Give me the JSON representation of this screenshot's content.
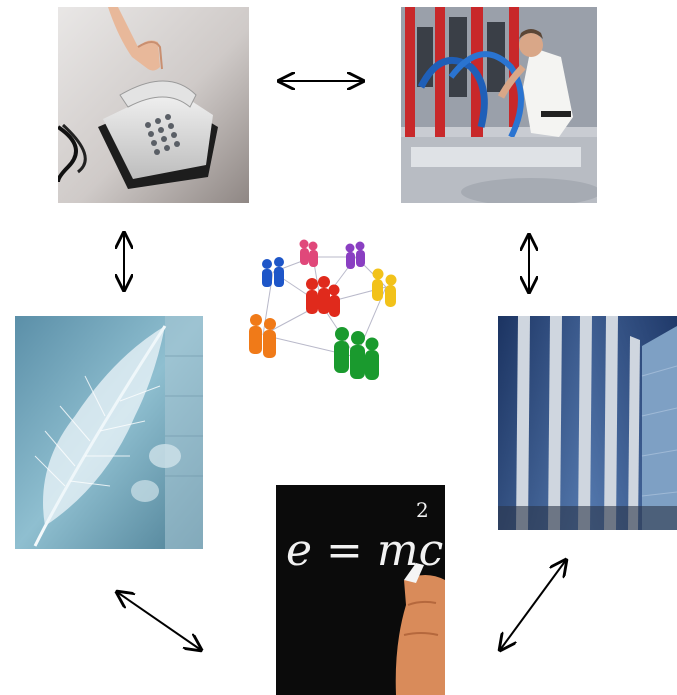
{
  "diagram": {
    "center_image": "network-of-people",
    "tiles": [
      {
        "id": "telephone",
        "image": "hand-dialing-telephone"
      },
      {
        "id": "industry",
        "image": "worker-at-industrial-machinery"
      },
      {
        "id": "feather",
        "image": "white-feather-on-blue"
      },
      {
        "id": "building",
        "image": "glass-office-building"
      },
      {
        "id": "formula",
        "image": "hand-writing-equation-on-chalkboard"
      }
    ],
    "formula": {
      "base": "e = mc",
      "exponent": "2"
    },
    "arrows": [
      {
        "from": "telephone",
        "to": "industry",
        "direction": "both"
      },
      {
        "from": "telephone",
        "to": "feather",
        "direction": "both"
      },
      {
        "from": "industry",
        "to": "building",
        "direction": "both"
      },
      {
        "from": "feather",
        "to": "formula",
        "direction": "both"
      },
      {
        "from": "formula",
        "to": "building",
        "direction": "both"
      }
    ],
    "colors": {
      "arrow": "#000000",
      "chalkboard": "#0b0b0b",
      "people": [
        "#1e56c8",
        "#e0487a",
        "#8a3fc2",
        "#e02a1c",
        "#f2c21a",
        "#f07a18",
        "#1a9a2e"
      ]
    }
  }
}
